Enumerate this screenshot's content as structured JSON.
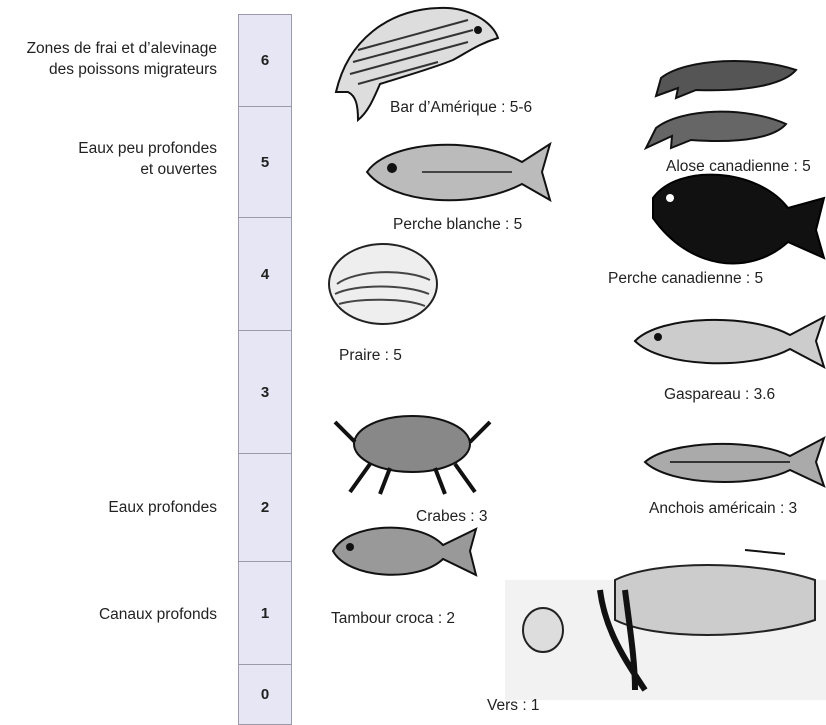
{
  "zones": [
    {
      "line1": "Zones de frai et d’alevinage",
      "line2": "des poissons migrateurs"
    },
    {
      "line1": "Eaux peu profondes",
      "line2": "et ouvertes"
    },
    {
      "line1": "Eaux profondes"
    },
    {
      "line1": "Canaux profonds"
    }
  ],
  "levels": [
    "6",
    "5",
    "4",
    "3",
    "2",
    "1",
    "0"
  ],
  "species": {
    "bar": "Bar d’Amérique : 5-6",
    "alose": "Alose canadienne : 5",
    "perche_blanche": "Perche blanche : 5",
    "perche_canadienne": "Perche canadienne : 5",
    "praire": "Praire : 5",
    "gaspareau": "Gaspareau : 3.6",
    "crabes": "Crabes : 3",
    "anchois": "Anchois américain : 3",
    "tambour": "Tambour croca : 2",
    "vers": "Vers : 1"
  },
  "colors": {
    "scale_fill": "#e6e6f4",
    "scale_border": "#9a9aa8"
  }
}
